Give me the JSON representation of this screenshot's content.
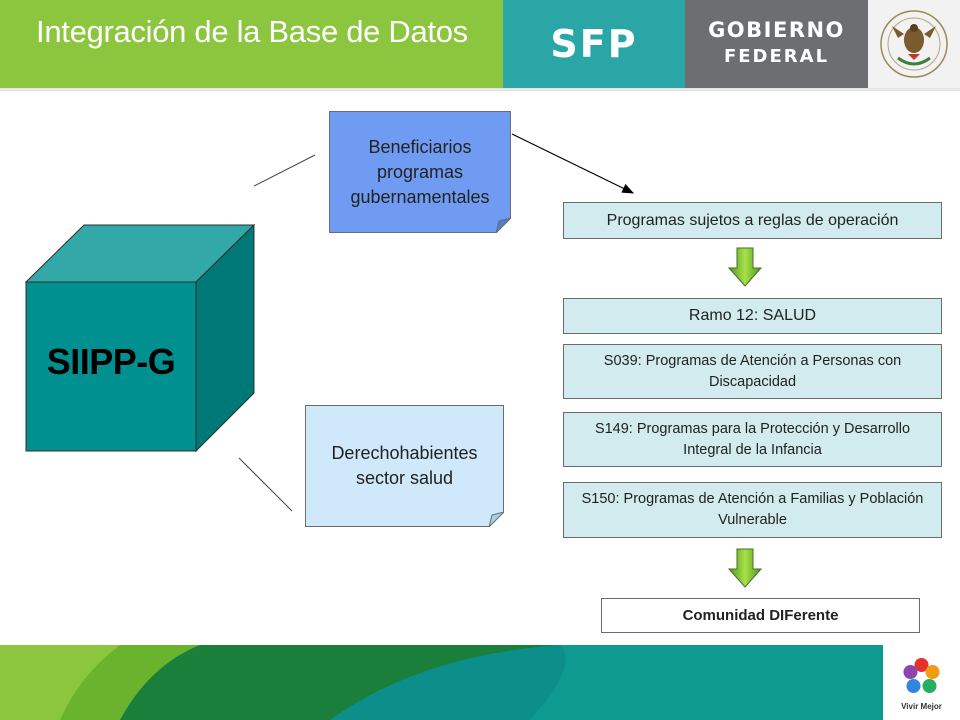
{
  "header": {
    "title": "Integración de la Base de Datos",
    "sfp": "SFP",
    "gobierno_line1": "GOBIERNO",
    "gobierno_line2": "FEDERAL",
    "seal_icon": "mexican-coat-of-arms-icon",
    "colors": {
      "green": "#8cc63f",
      "teal": "#2ba6a6",
      "gray": "#6d6e71"
    }
  },
  "diagram": {
    "cube_label": "SIIPP-G",
    "beneficiarios": "Beneficiarios programas gubernamentales",
    "derechohabientes": "Derechohabientes sector salud",
    "programs": [
      "Programas sujetos a reglas de operación",
      "Ramo 12: SALUD",
      "S039: Programas de Atención a Personas con Discapacidad",
      "S149: Programas para la Protección y Desarrollo Integral de la Infancia",
      "S150: Programas de Atención a Familias y Población Vulnerable"
    ],
    "final": "Comunidad DIFerente"
  },
  "footer": {
    "logo_icon": "vivir-mejor-flower-icon",
    "logo_text": "Vivir Mejor"
  }
}
